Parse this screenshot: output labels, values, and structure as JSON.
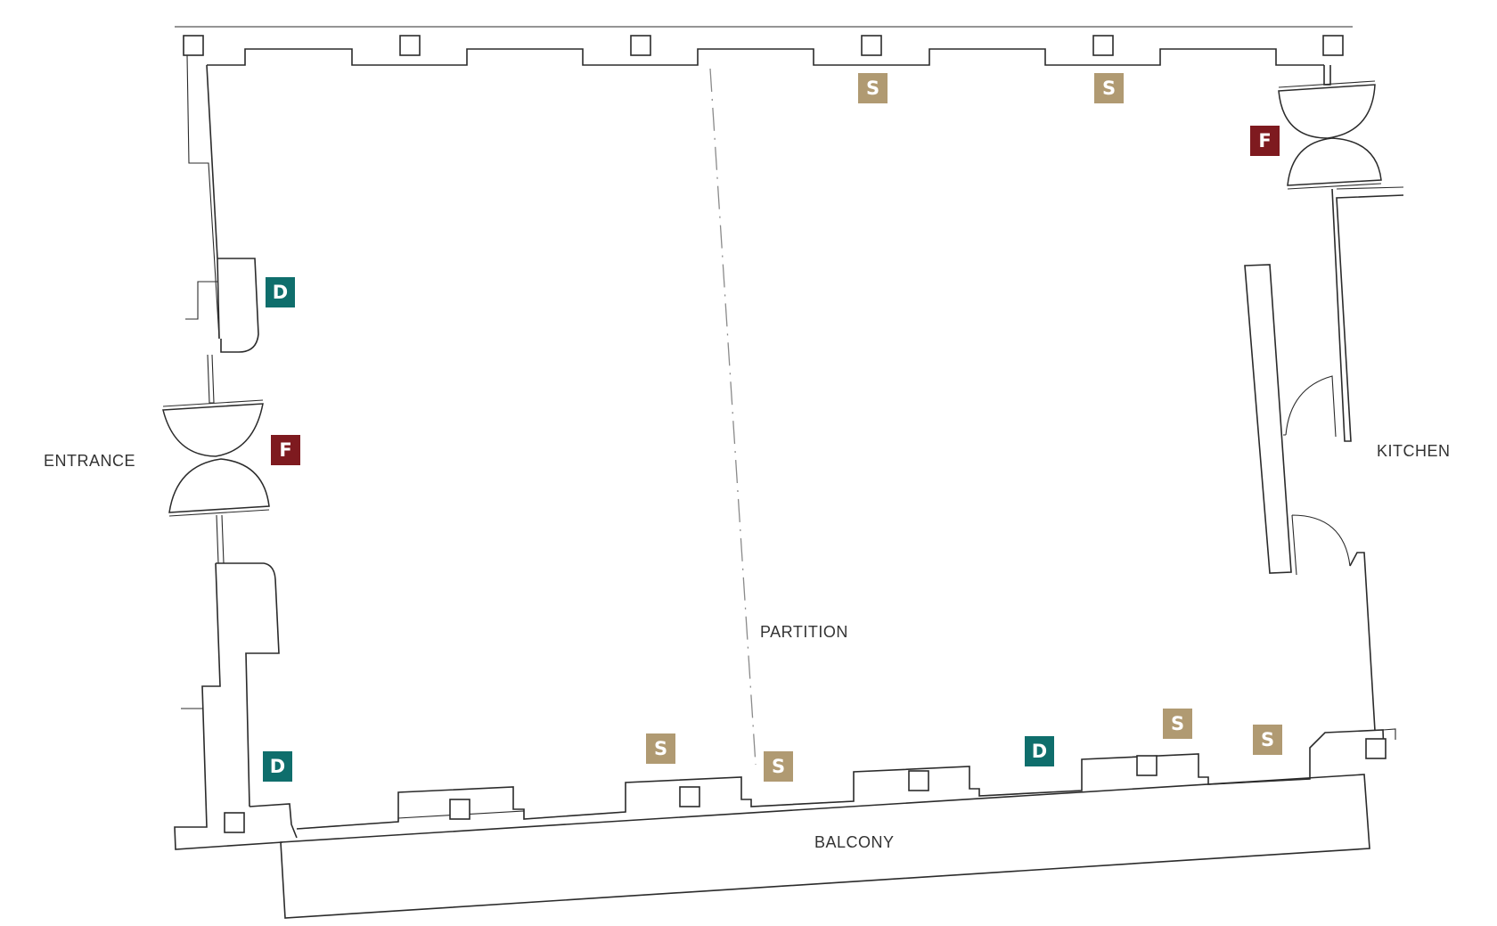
{
  "labels": {
    "entrance": "ENTRANCE",
    "kitchen": "KITCHEN",
    "partition": "PARTITION",
    "balcony": "BALCONY"
  },
  "badges": [
    {
      "letter": "S",
      "color": "#b09a72"
    },
    {
      "letter": "S",
      "color": "#b09a72"
    },
    {
      "letter": "F",
      "color": "#7e1a1f"
    },
    {
      "letter": "D",
      "color": "#0f6e6c"
    },
    {
      "letter": "F",
      "color": "#7e1a1f"
    },
    {
      "letter": "D",
      "color": "#0f6e6c"
    },
    {
      "letter": "S",
      "color": "#b09a72"
    },
    {
      "letter": "S",
      "color": "#b09a72"
    },
    {
      "letter": "D",
      "color": "#0f6e6c"
    },
    {
      "letter": "S",
      "color": "#b09a72"
    },
    {
      "letter": "S",
      "color": "#b09a72"
    }
  ],
  "colors": {
    "speaker_badge": "#b09a72",
    "fire_exit_badge": "#7e1a1f",
    "data_point_badge": "#0f6e6c"
  }
}
